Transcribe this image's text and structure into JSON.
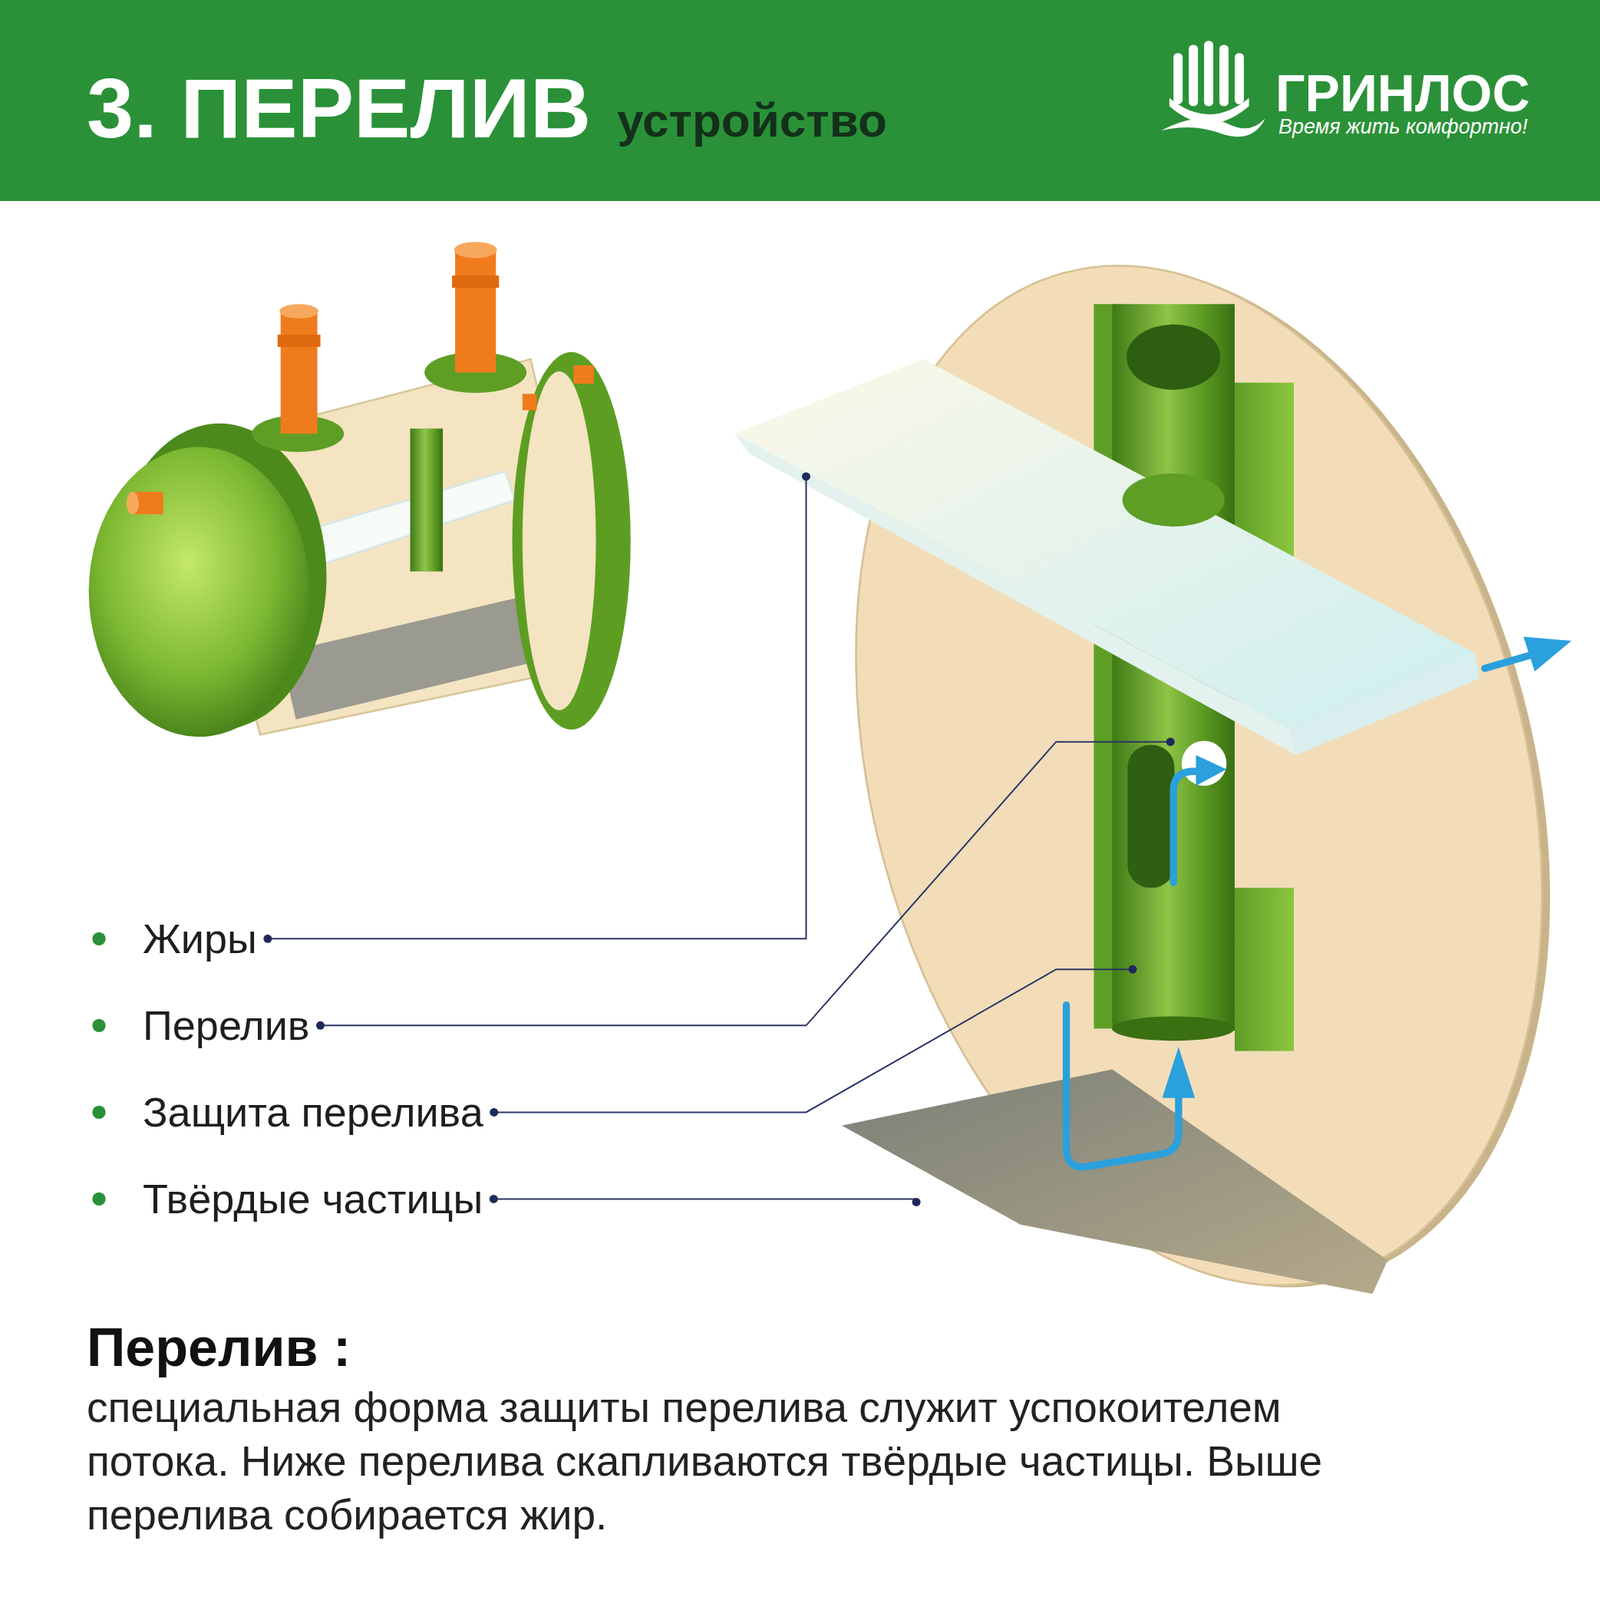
{
  "diagram": {
    "title": "3. ПЕРЕЛИВ",
    "caption": "специальная форма защиты перелива служит успокоителем потока. Ниже перелива скапливаются твёрдые частицы. Выше перелива собирается жир.",
    "labels": [
      "устройство",
      "ГРИНЛОС",
      "Время жить комфортно!",
      "Жиры",
      "Перелив",
      "Защита перелива",
      "Твёрдые частицы",
      "Перелив :"
    ]
  }
}
